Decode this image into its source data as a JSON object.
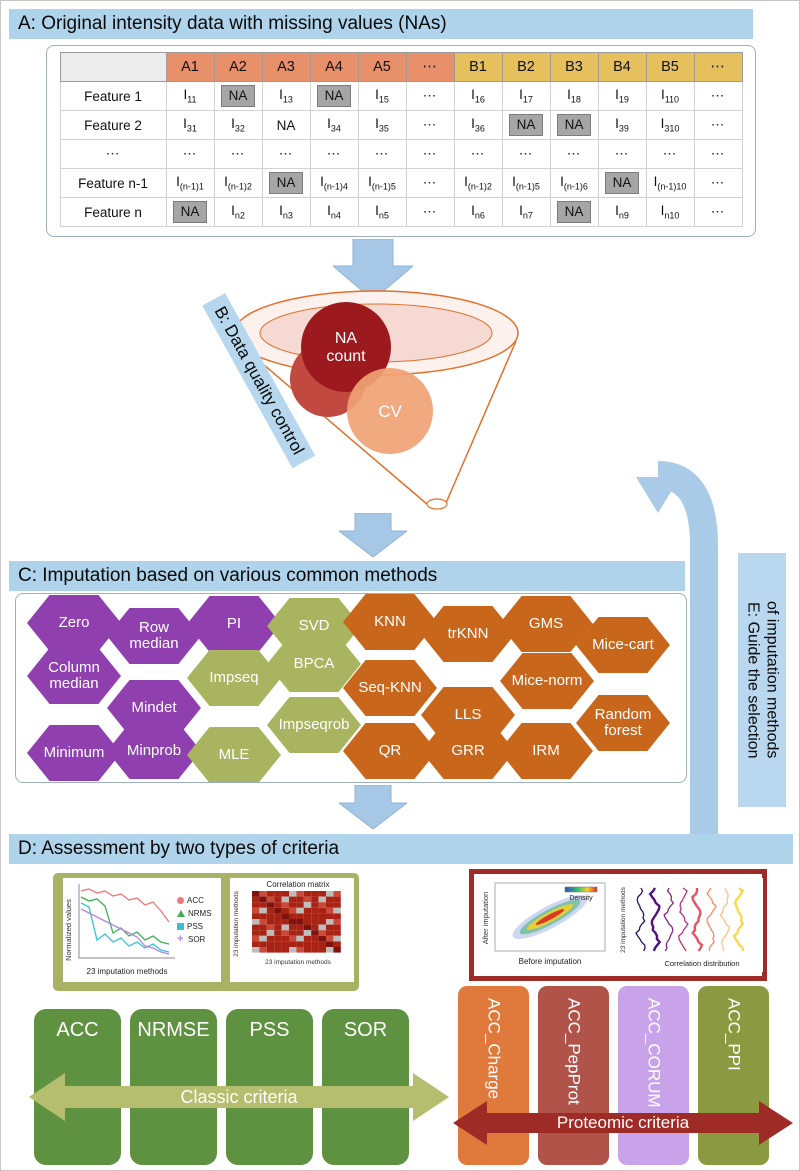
{
  "panelA": {
    "title": "A: Original intensity data with missing values (NAs)",
    "table": {
      "header": [
        "",
        "A1",
        "A2",
        "A3",
        "A4",
        "A5",
        "⋯",
        "B1",
        "B2",
        "B3",
        "B4",
        "B5",
        "⋯"
      ],
      "rows": [
        {
          "label": "Feature 1",
          "cells": [
            "I_11",
            "*NA*",
            "I_13",
            "*NA*",
            "I_15",
            "⋯",
            "I_16",
            "I_17",
            "I_18",
            "I_19",
            "I_110",
            "⋯"
          ]
        },
        {
          "label": "Feature 2",
          "cells": [
            "I_31",
            "I_32",
            "NA",
            "I_34",
            "I_35",
            "⋯",
            "I_36",
            "*NA*",
            "*NA*",
            "I_39",
            "I_310",
            "⋯"
          ]
        },
        {
          "label": "⋯",
          "cells": [
            "⋯",
            "⋯",
            "⋯",
            "⋯",
            "⋯",
            "⋯",
            "⋯",
            "⋯",
            "⋯",
            "⋯",
            "⋯",
            "⋯"
          ]
        },
        {
          "label": "Feature n-1",
          "cells": [
            "I_(n-1)1",
            "I_(n-1)2",
            "*NA*",
            "I_(n-1)4",
            "I_(n-1)5",
            "⋯",
            "I_(n-1)2",
            "I_(n-1)5",
            "I_(n-1)6",
            "*NA*",
            "I_(n-1)10",
            "⋯"
          ]
        },
        {
          "label": "Feature n",
          "cells": [
            "*NA*",
            "I_n2",
            "I_n3",
            "I_n4",
            "I_n5",
            "⋯",
            "I_n6",
            "I_n7",
            "*NA*",
            "I_n9",
            "I_n10",
            "⋯"
          ]
        }
      ]
    }
  },
  "panelB": {
    "label": "B: Data quality control",
    "na_bubble_line1": "NA",
    "na_bubble_line2": "count",
    "cv_bubble": "CV",
    "colors": {
      "na_dark": "#9c1a1d",
      "na_light": "#c2493f",
      "cv": "#f0a274",
      "funnel_outline": "#e2702a"
    }
  },
  "panelC": {
    "title": "C: Imputation based on various common methods",
    "colors": {
      "purple": "#8f3fae",
      "green": "#a8b45f",
      "orange": "#c8671c"
    },
    "methods": [
      {
        "label": "Zero",
        "color": "purple"
      },
      {
        "label": "Row median",
        "color": "purple"
      },
      {
        "label": "PI",
        "color": "purple"
      },
      {
        "label": "SVD",
        "color": "green"
      },
      {
        "label": "KNN",
        "color": "orange"
      },
      {
        "label": "trKNN",
        "color": "orange"
      },
      {
        "label": "GMS",
        "color": "orange"
      },
      {
        "label": "Mice-cart",
        "color": "orange"
      },
      {
        "label": "Column median",
        "color": "purple"
      },
      {
        "label": "Impseq",
        "color": "green"
      },
      {
        "label": "BPCA",
        "color": "green"
      },
      {
        "label": "Seq-KNN",
        "color": "orange"
      },
      {
        "label": "Mice-norm",
        "color": "orange"
      },
      {
        "label": "Mindet",
        "color": "purple"
      },
      {
        "label": "LLS",
        "color": "orange"
      },
      {
        "label": "Impseqrob",
        "color": "green"
      },
      {
        "label": "Random forest",
        "color": "orange"
      },
      {
        "label": "Minimum",
        "color": "purple"
      },
      {
        "label": "Minprob",
        "color": "purple"
      },
      {
        "label": "MLE",
        "color": "green"
      },
      {
        "label": "QR",
        "color": "orange"
      },
      {
        "label": "GRR",
        "color": "orange"
      },
      {
        "label": "IRM",
        "color": "orange"
      }
    ]
  },
  "panelD": {
    "title": "D: Assessment by two types of criteria",
    "classic": {
      "line_chart": {
        "ylabel": "Normalized values",
        "xlabel": "23 imputation methods",
        "legend": [
          {
            "label": "ACC",
            "color": "#f2777c",
            "marker": "circle"
          },
          {
            "label": "NRMS",
            "color": "#3faf52",
            "marker": "triangle"
          },
          {
            "label": "PSS",
            "color": "#35c3d8",
            "marker": "square"
          },
          {
            "label": "SOR",
            "color": "#b186e0",
            "marker": "plus"
          }
        ]
      },
      "corr_matrix": {
        "title": "Correlation matrix",
        "ylabel": "23 imputation methods",
        "xlabel": "23 imputation methods"
      },
      "columns": [
        "ACC",
        "NRMSE",
        "PSS",
        "SOR"
      ],
      "column_color": "#5e9140",
      "arrow_label": "Classic criteria",
      "arrow_color": "#b5bd6e"
    },
    "proteomic": {
      "scatter": {
        "ylabel": "After imputation",
        "xlabel": "Before imputation",
        "legend": "Density"
      },
      "violin": {
        "ylabel": "23 imputation methods",
        "xlabel": "Correlation distribution"
      },
      "columns": [
        {
          "label": "ACC_Charge",
          "color": "#e0793c"
        },
        {
          "label": "ACC_PepProt",
          "color": "#b0544a"
        },
        {
          "label": "ACC_CORUM",
          "color": "#c9a3ea"
        },
        {
          "label": "ACC_PPI",
          "color": "#8b9a41"
        }
      ],
      "arrow_label": "Proteomic criteria",
      "arrow_color": "#9e2b25"
    }
  },
  "panelE": {
    "label_line1": "E: Guide the selection",
    "label_line2": "of imputation methods"
  }
}
